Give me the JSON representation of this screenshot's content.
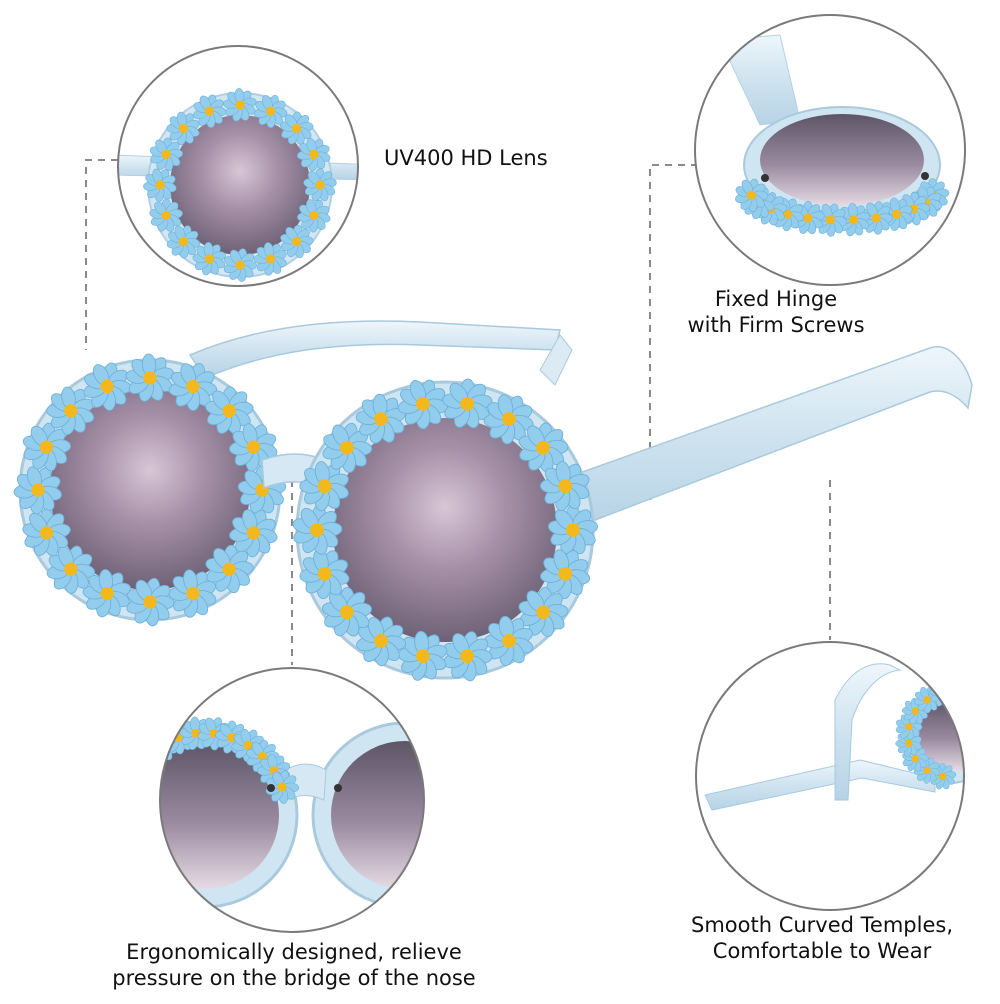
{
  "callouts": {
    "lens": {
      "lines": [
        "UV400 HD Lens"
      ]
    },
    "hinge": {
      "lines": [
        "Fixed Hinge",
        "with Firm Screws"
      ]
    },
    "temples": {
      "lines": [
        "Smooth Curved Temples,",
        "Comfortable to Wear"
      ]
    },
    "ergonomic": {
      "lines": [
        "Ergonomically designed, relieve",
        "pressure on the bridge of the nose"
      ]
    }
  },
  "colors": {
    "frame_blue": "#8fc8e8",
    "flower_center": "#f2b81e",
    "lens_tint": "#8e7a96",
    "circle_border": "#7a7a7a",
    "leader_line": "#8a8a8a"
  },
  "icons": [
    "daisy-flower-icon",
    "screw-icon"
  ]
}
